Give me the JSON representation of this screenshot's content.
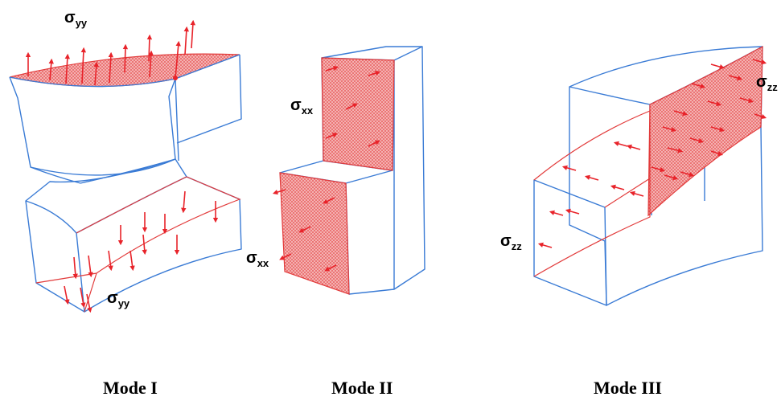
{
  "labels": {
    "mode1_top": {
      "sym": "σ",
      "sub": "yy"
    },
    "mode1_bottom": {
      "sym": "σ",
      "sub": "yy"
    },
    "mode2_top": {
      "sym": "σ",
      "sub": "xx"
    },
    "mode2_bottom": {
      "sym": "σ",
      "sub": "xx"
    },
    "mode3_right": {
      "sym": "σ",
      "sub": "zz"
    },
    "mode3_left": {
      "sym": "σ",
      "sub": "zz"
    }
  },
  "captions": {
    "mode1": "Mode I",
    "mode2": "Mode II",
    "mode3": "Mode III"
  },
  "colors": {
    "edge": "#3a7bd5",
    "stress": "#e8232a",
    "face_fill": "#f2a0a0"
  }
}
